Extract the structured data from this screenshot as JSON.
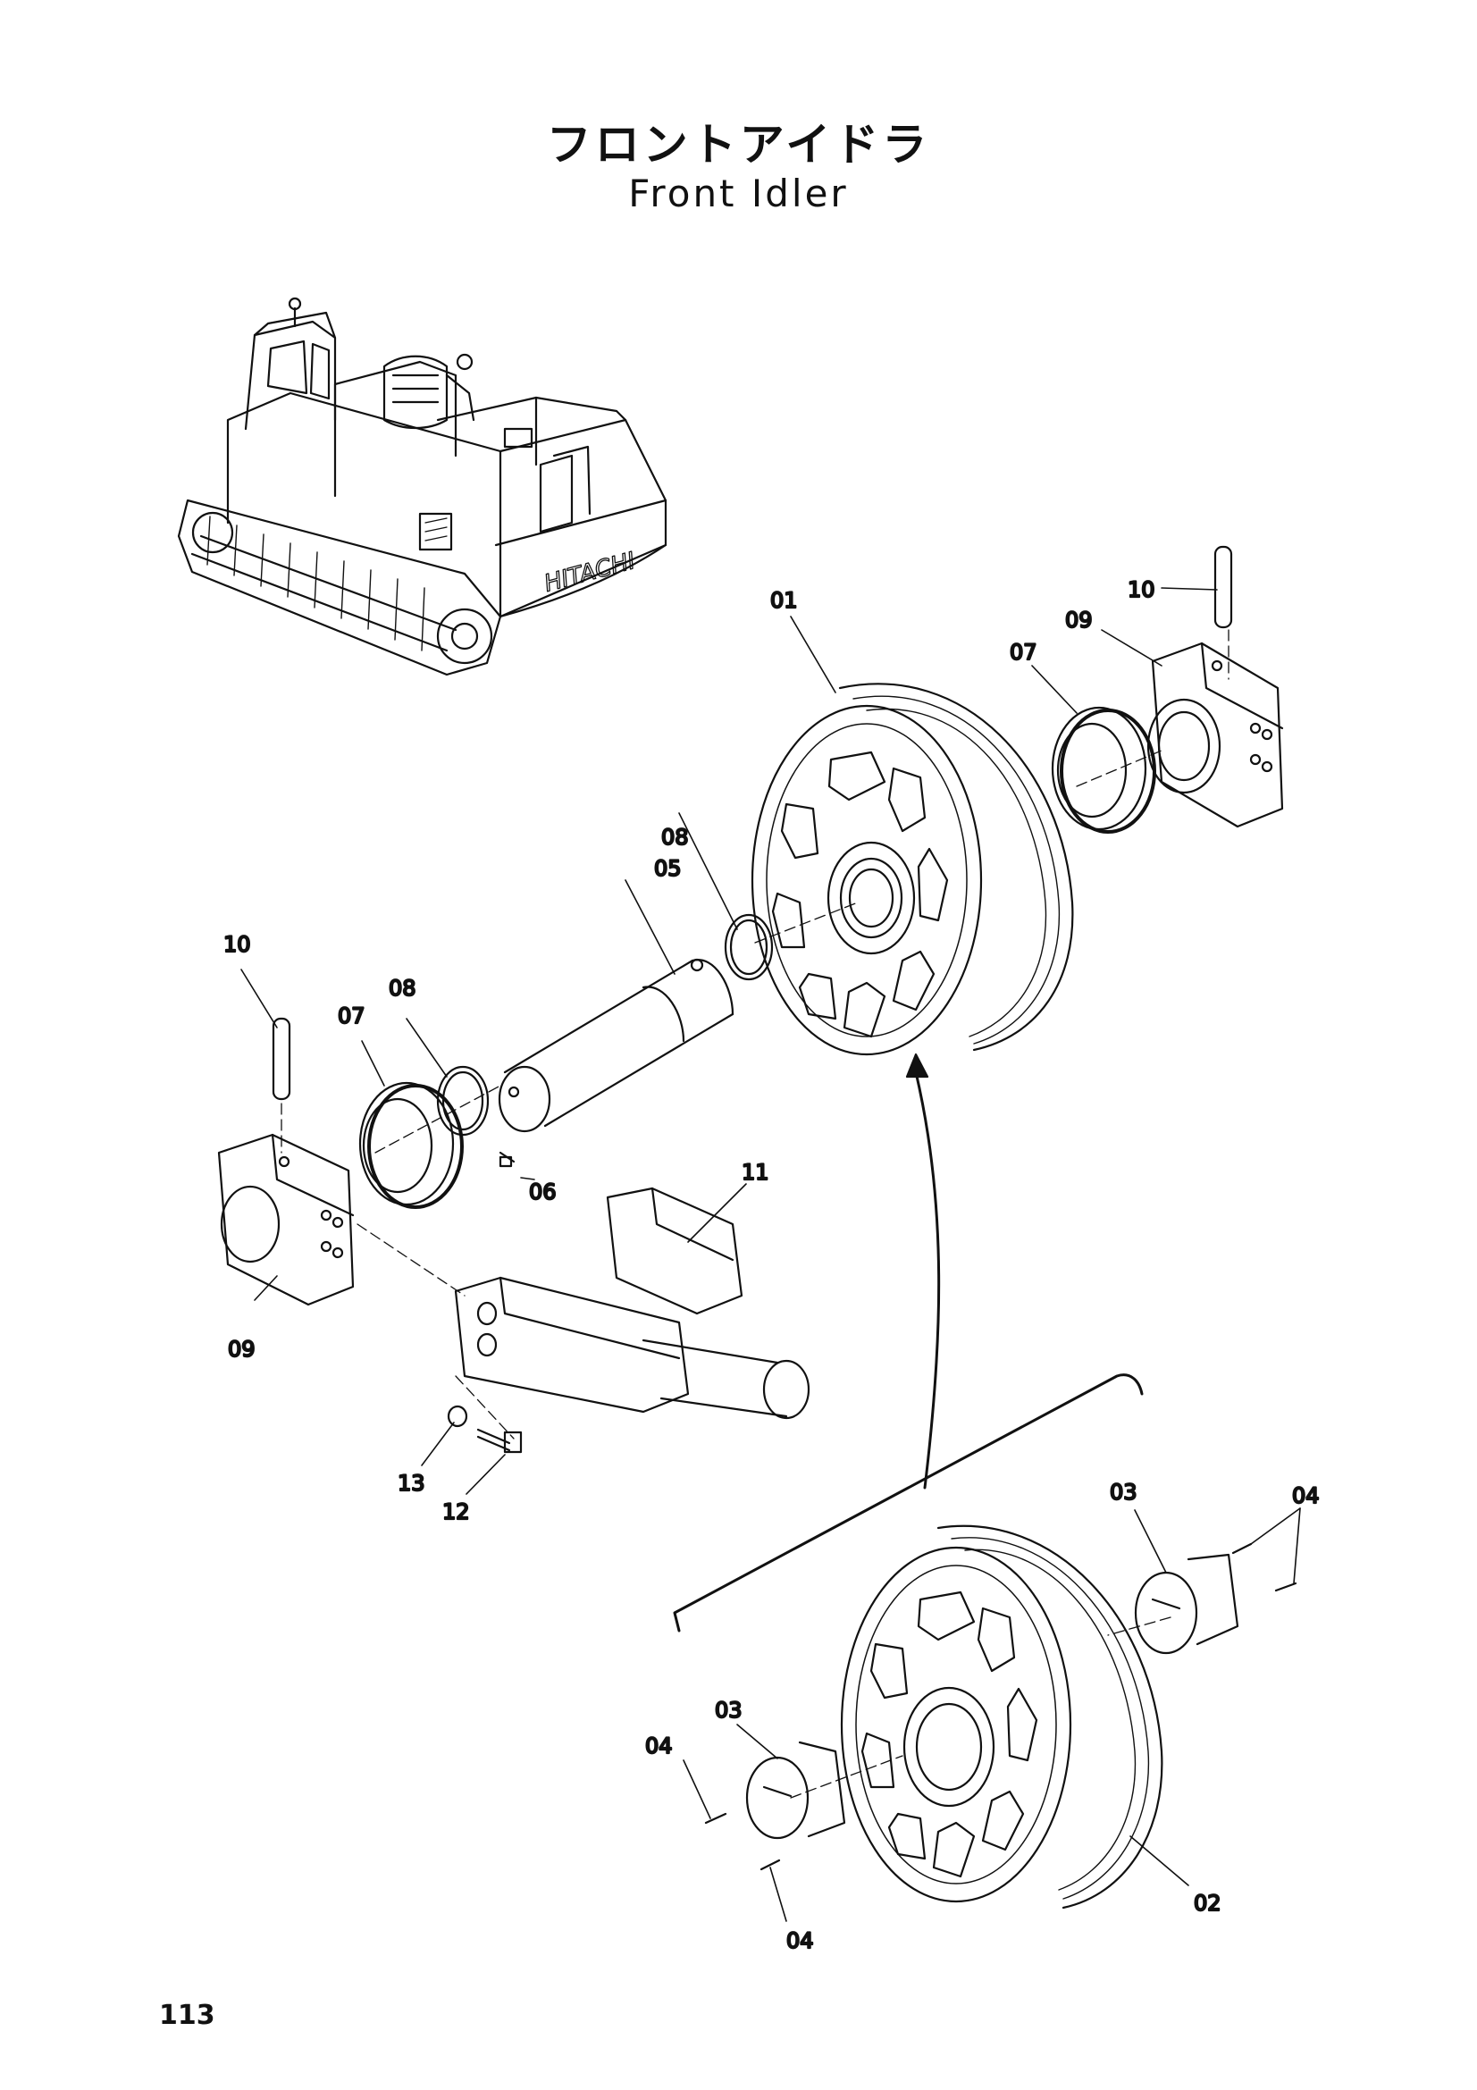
{
  "title_jp": "フロントアイドラ",
  "title_en": "Front Idler",
  "page_number": "113",
  "machine_brand": "HITACHI",
  "callouts": [
    {
      "id": "c01",
      "text": "01"
    },
    {
      "id": "c02",
      "text": "02"
    },
    {
      "id": "c03a",
      "text": "03"
    },
    {
      "id": "c03b",
      "text": "03"
    },
    {
      "id": "c04a",
      "text": "04"
    },
    {
      "id": "c04b",
      "text": "04"
    },
    {
      "id": "c04c",
      "text": "04"
    },
    {
      "id": "c05",
      "text": "05"
    },
    {
      "id": "c06",
      "text": "06"
    },
    {
      "id": "c07a",
      "text": "07"
    },
    {
      "id": "c07b",
      "text": "07"
    },
    {
      "id": "c08a",
      "text": "08"
    },
    {
      "id": "c08b",
      "text": "08"
    },
    {
      "id": "c09a",
      "text": "09"
    },
    {
      "id": "c09b",
      "text": "09"
    },
    {
      "id": "c10a",
      "text": "10"
    },
    {
      "id": "c10b",
      "text": "10"
    },
    {
      "id": "c11",
      "text": "11"
    },
    {
      "id": "c12",
      "text": "12"
    },
    {
      "id": "c13",
      "text": "13"
    }
  ]
}
